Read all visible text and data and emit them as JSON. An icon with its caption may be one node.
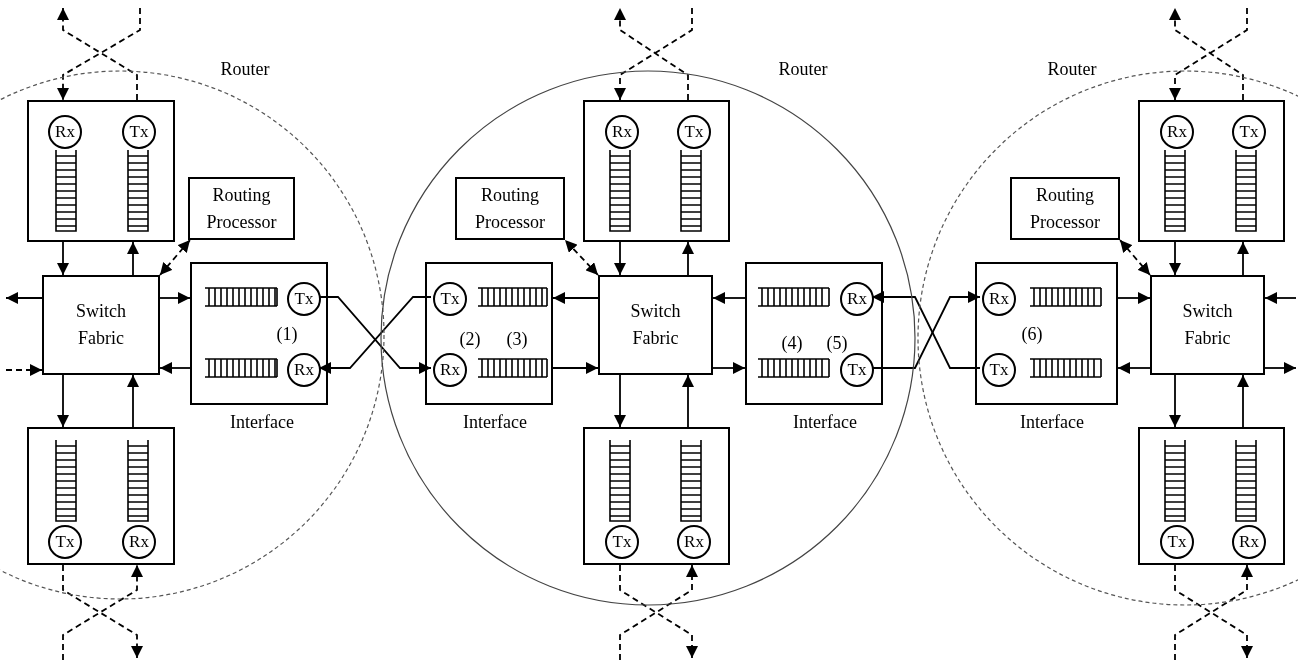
{
  "diagram": {
    "nodes": [
      {
        "text": [
          "Router"
        ]
      },
      {
        "text": [],
        "shape": "box",
        "in": 0
      },
      {
        "text": [
          "Rx"
        ],
        "in": 1
      },
      {
        "text": [
          "Tx"
        ],
        "in": 1
      },
      {
        "text": [
          "Routing Processor"
        ],
        "in": 0
      },
      {
        "text": [
          "Switch Fabric"
        ],
        "in": 0
      },
      {
        "text": [
          "(1)",
          "Interface"
        ],
        "in": 0
      },
      {
        "text": [
          "Tx"
        ],
        "in": 6
      },
      {
        "text": [
          "Rx"
        ],
        "in": 6
      },
      {
        "text": [],
        "shape": "box",
        "in": 0
      },
      {
        "text": [
          "Tx"
        ],
        "in": 9
      },
      {
        "text": [
          "Rx"
        ],
        "in": 9
      },
      {
        "text": [
          "Router"
        ]
      },
      {
        "text": [
          "(2)",
          "(3)",
          "Interface"
        ],
        "in": 12
      },
      {
        "text": [
          "Tx"
        ],
        "in": 13
      },
      {
        "text": [
          "Rx"
        ],
        "in": 13
      },
      {
        "text": [
          "Routing Processor"
        ],
        "in": 12
      },
      {
        "text": [],
        "shape": "box",
        "in": 12
      },
      {
        "text": [
          "Rx"
        ],
        "in": 17
      },
      {
        "text": [
          "Tx"
        ],
        "in": 17
      },
      {
        "text": [
          "Switch Fabric"
        ],
        "in": 12
      },
      {
        "text": [],
        "shape": "box",
        "in": 12
      },
      {
        "text": [
          "Tx"
        ],
        "in": 21
      },
      {
        "text": [
          "Rx"
        ],
        "in": 21
      },
      {
        "text": [
          "(4)",
          "(5)",
          "Interface"
        ],
        "in": 12
      },
      {
        "text": [
          "Rx"
        ],
        "in": 24
      },
      {
        "text": [
          "Tx"
        ],
        "in": 24
      },
      {
        "text": [
          "Router"
        ]
      },
      {
        "text": [
          "(6)",
          "Interface"
        ],
        "in": 27
      },
      {
        "text": [
          "Rx"
        ],
        "in": 28
      },
      {
        "text": [
          "Tx"
        ],
        "in": 28
      },
      {
        "text": [
          "Routing Processor"
        ],
        "in": 27
      },
      {
        "text": [],
        "shape": "box",
        "in": 27
      },
      {
        "text": [
          "Rx"
        ],
        "in": 32
      },
      {
        "text": [
          "Tx"
        ],
        "in": 32
      },
      {
        "text": [
          "Switch Fabric"
        ],
        "in": 27
      },
      {
        "text": [],
        "shape": "box",
        "in": 27
      },
      {
        "text": [
          "Tx"
        ],
        "in": 36
      },
      {
        "text": [
          "Rx"
        ],
        "in": 36
      }
    ],
    "edges": [
      {
        "from": null,
        "to": 1,
        "arrow": "to",
        "style": "dashed"
      },
      {
        "from": 1,
        "to": null,
        "arrow": "to",
        "style": "dashed"
      },
      {
        "from": 1,
        "to": 5,
        "arrow": "to"
      },
      {
        "from": 5,
        "to": 1,
        "arrow": "to"
      },
      {
        "from": 5,
        "to": 4,
        "arrow": "both",
        "style": "dashed"
      },
      {
        "from": 5,
        "to": null,
        "arrow": "to"
      },
      {
        "from": null,
        "to": 5,
        "arrow": "to",
        "style": "dashed"
      },
      {
        "from": 5,
        "to": 6,
        "arrow": "to"
      },
      {
        "from": 6,
        "to": 5,
        "arrow": "to"
      },
      {
        "from": 5,
        "to": 9,
        "arrow": "to"
      },
      {
        "from": 9,
        "to": 5,
        "arrow": "to"
      },
      {
        "from": 9,
        "to": null,
        "arrow": "to",
        "style": "dashed"
      },
      {
        "from": null,
        "to": 9,
        "arrow": "to",
        "style": "dashed"
      },
      {
        "from": 7,
        "to": 15,
        "arrow": "to"
      },
      {
        "from": 14,
        "to": 8,
        "arrow": "to"
      },
      {
        "from": 20,
        "to": 13,
        "arrow": "to"
      },
      {
        "from": 13,
        "to": 20,
        "arrow": "to"
      },
      {
        "from": 20,
        "to": 16,
        "arrow": "both",
        "style": "dashed"
      },
      {
        "from": null,
        "to": 17,
        "arrow": "to",
        "style": "dashed"
      },
      {
        "from": 17,
        "to": null,
        "arrow": "to",
        "style": "dashed"
      },
      {
        "from": 17,
        "to": 20,
        "arrow": "to"
      },
      {
        "from": 20,
        "to": 17,
        "arrow": "to"
      },
      {
        "from": 20,
        "to": 21,
        "arrow": "to"
      },
      {
        "from": 21,
        "to": 20,
        "arrow": "to"
      },
      {
        "from": 21,
        "to": null,
        "arrow": "to",
        "style": "dashed"
      },
      {
        "from": null,
        "to": 21,
        "arrow": "to",
        "style": "dashed"
      },
      {
        "from": 24,
        "to": 20,
        "arrow": "to"
      },
      {
        "from": 20,
        "to": 24,
        "arrow": "to"
      },
      {
        "from": 26,
        "to": 29,
        "arrow": "to"
      },
      {
        "from": 30,
        "to": 25,
        "arrow": "to"
      },
      {
        "from": 28,
        "to": 35,
        "arrow": "to"
      },
      {
        "from": 35,
        "to": 28,
        "arrow": "to"
      },
      {
        "from": 35,
        "to": 31,
        "arrow": "both",
        "style": "dashed"
      },
      {
        "from": null,
        "to": 32,
        "arrow": "to",
        "style": "dashed"
      },
      {
        "from": 32,
        "to": null,
        "arrow": "to",
        "style": "dashed"
      },
      {
        "from": 32,
        "to": 35,
        "arrow": "to"
      },
      {
        "from": 35,
        "to": 32,
        "arrow": "to"
      },
      {
        "from": null,
        "to": 35,
        "arrow": "to"
      },
      {
        "from": 35,
        "to": null,
        "arrow": "to"
      },
      {
        "from": 35,
        "to": 36,
        "arrow": "to"
      },
      {
        "from": 36,
        "to": 35,
        "arrow": "to"
      },
      {
        "from": 36,
        "to": null,
        "arrow": "to",
        "style": "dashed"
      },
      {
        "from": null,
        "to": 36,
        "arrow": "to",
        "style": "dashed"
      }
    ]
  }
}
